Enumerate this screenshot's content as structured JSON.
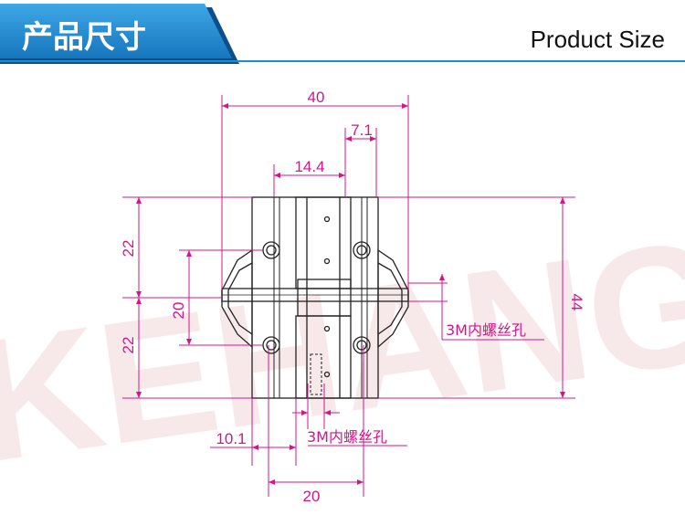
{
  "header": {
    "title_cn": "产品尺寸",
    "title_en": "Product Size"
  },
  "watermark": {
    "text": "KEHANG"
  },
  "dimensions": {
    "overall_width": "40",
    "slot_offset": "7.1",
    "half_width": "14.4",
    "upper_height": "22",
    "lower_height": "22",
    "hole_vertical_spacing": "20",
    "overall_height": "44",
    "bottom_offset": "10.1",
    "hole_horizontal_spacing": "20"
  },
  "callouts": {
    "thread_hole_right": "3M内螺丝孔",
    "thread_hole_bottom": "3M内螺丝孔"
  },
  "colors": {
    "banner_blue": "#1b8ed0",
    "banner_dark": "#0e4f8a",
    "dimension_magenta": "#d4148c",
    "outline": "#222222",
    "watermark": "#f3dede"
  }
}
